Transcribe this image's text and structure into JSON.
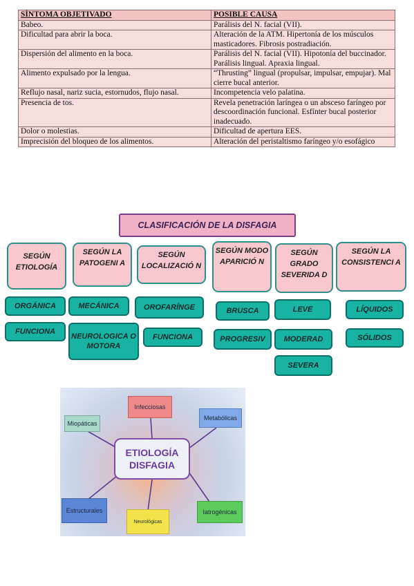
{
  "table": {
    "headers": [
      "SÍNTOMA OBJETIVADO",
      "POSIBLE CAUSA"
    ],
    "rows": [
      [
        "Babeo.",
        "Parálisis del N. facial (VII)."
      ],
      [
        "Dificultad para abrir la boca.",
        "Alteración de la ATM. Hipertonía de los músculos masticadores. Fibrosis postradiación."
      ],
      [
        "Dispersión del alimento en la boca.",
        "Parálisis del N. facial (VII). Hipotonía del buccinador. Parálisis lingual. Apraxia lingual."
      ],
      [
        "Alimento expulsado por la lengua.",
        "“Thrusting” lingual (propulsar, impulsar, empujar). Mal cierre bucal anterior."
      ],
      [
        "Reflujo nasal, nariz sucia, estornudos, flujo nasal.",
        "Incompetencia velo palatina."
      ],
      [
        "Presencia de tos.",
        "Revela penetración laríngea o un absceso faríngeo por descoordinación funcional. Esfínter bucal posterior inadecuado."
      ],
      [
        "Dolor o molestias.",
        "Dificultad de apertura EES."
      ],
      [
        "Imprecisión del bloqueo de los alimentos.",
        "Alteración del peristaltismo faríngeo y/o esofágico"
      ]
    ]
  },
  "classification": {
    "title": "CLASIFICACIÓN DE LA DISFAGIA",
    "categories": [
      {
        "label": "SEGÚN ETIOLOGÍA",
        "items": [
          "ORGÁNICA",
          "FUNCIONA"
        ]
      },
      {
        "label": "SEGÚN LA PATOGENI A",
        "items": [
          "MECÁNICA",
          "NEUROLOGICA O MOTORA"
        ]
      },
      {
        "label": "SEGÚN LOCALIZACIÓ N",
        "items": [
          "OROFARÍNGE",
          "FUNCIONA"
        ]
      },
      {
        "label": "SEGÚN MODO APARICIÓ N",
        "items": [
          "BRUSCA",
          "PROGRESIV"
        ]
      },
      {
        "label": "SEGÚN GRADO SEVERIDA D",
        "items": [
          "LEVE",
          "MODERAD",
          "SEVERA"
        ]
      },
      {
        "label": "SEGÚN LA CONSISTENCI A",
        "items": [
          "LÍQUIDOS",
          "SÓLIDOS"
        ]
      }
    ]
  },
  "etiology": {
    "center": [
      "ETIOLOGÍA",
      "DISFAGIA"
    ],
    "nodes": {
      "infecciosas": "Infecciosas",
      "miopaticas": "Miopáticas",
      "metabolicas": "Metabólicas",
      "estructurales": "Estructurales",
      "neurologicas": "Neurológicas",
      "iatrogenicas": "Iatrogénicas"
    },
    "colors": {
      "infecciosas": "#f08a8a",
      "miopaticas": "#a8d8c8",
      "metabolicas": "#7fa8e8",
      "estructurales": "#5b86d6",
      "neurologicas": "#f3e24a",
      "iatrogenicas": "#5ccb5c"
    }
  }
}
